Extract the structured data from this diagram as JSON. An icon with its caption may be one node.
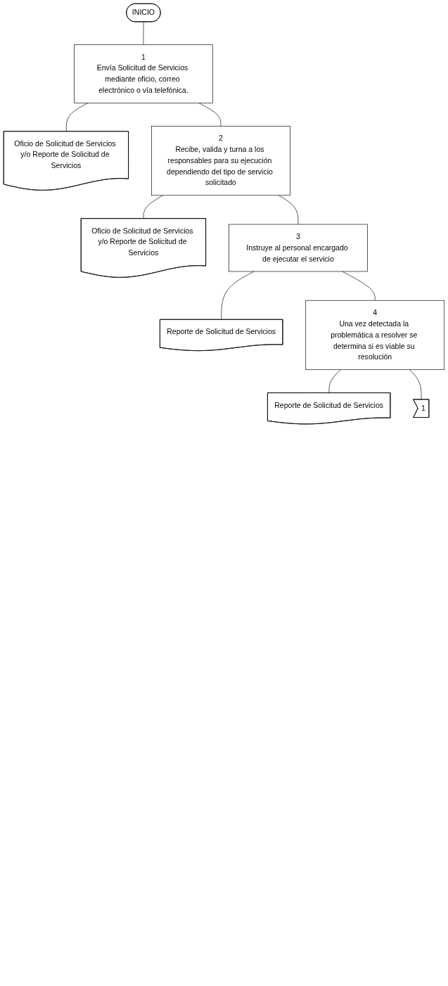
{
  "diagram": {
    "nodes": [
      {
        "text": [
          "INICIO"
        ]
      },
      {
        "text": [
          "1",
          "Envía Solicitud de Servicios mediante oficio, correo electrónico o vía telefónica."
        ]
      },
      {
        "text": [
          "Oficio de Solicitud de Servicios y/o Reporte de Solicitud de Servicios"
        ]
      },
      {
        "text": [
          "2",
          "Recibe, valida y turna a los responsables para su ejecución dependiendo del tipo de servicio solicitado"
        ]
      },
      {
        "text": [
          "Oficio de Solicitud de Servicios y/o Reporte de Solicitud de Servicios"
        ]
      },
      {
        "text": [
          "3",
          "Instruye al personal encargado de ejecutar el servicio"
        ]
      },
      {
        "text": [
          "Reporte de Solicitud de Servicios"
        ]
      },
      {
        "text": [
          "4",
          "Una vez detectada la problemática a resolver se determina si es viable su resolución"
        ]
      },
      {
        "text": [
          "Reporte de Solicitud de Servicios"
        ]
      },
      {
        "text": [
          "1"
        ]
      }
    ],
    "edges": [
      {
        "from": 0,
        "to": 1,
        "arrow": "none"
      },
      {
        "from": 1,
        "to": 2,
        "arrow": "none"
      },
      {
        "from": 1,
        "to": 3,
        "arrow": "none"
      },
      {
        "from": 3,
        "to": 4,
        "arrow": "none"
      },
      {
        "from": 3,
        "to": 5,
        "arrow": "none"
      },
      {
        "from": 5,
        "to": 6,
        "arrow": "none"
      },
      {
        "from": 5,
        "to": 7,
        "arrow": "none"
      },
      {
        "from": 7,
        "to": 8,
        "arrow": "none"
      },
      {
        "from": 7,
        "to": 9,
        "arrow": "none"
      }
    ]
  }
}
